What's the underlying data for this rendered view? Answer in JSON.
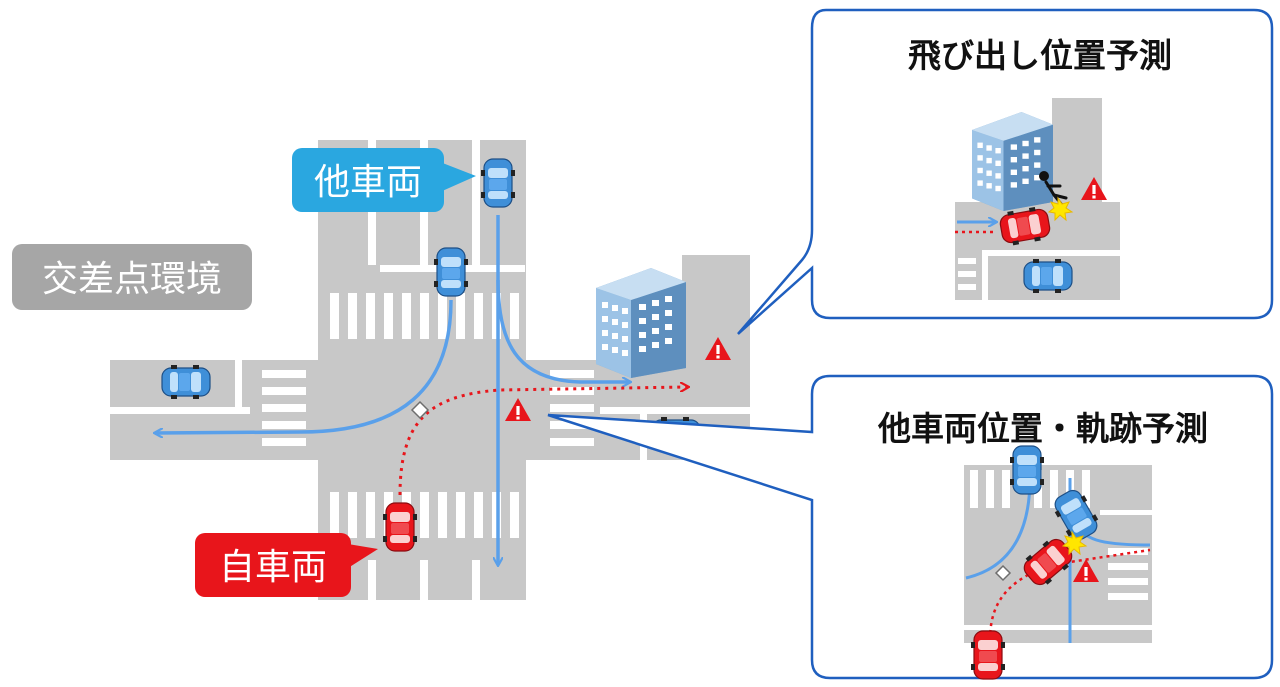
{
  "labels": {
    "environment": "交差点環境",
    "other_vehicle": "他車両",
    "ego_vehicle": "自車両"
  },
  "callouts": {
    "dart_out": {
      "title": "飛び出し位置予測"
    },
    "trajectory": {
      "title": "他車両位置・軌跡予測"
    }
  },
  "colors": {
    "road": "#c8c8c8",
    "crosswalk": "#ffffff",
    "other_vehicle": "#3f8fd8",
    "ego_vehicle": "#e8151b",
    "trajectory_line": "#5aa0ea",
    "warning": "#e8151b",
    "callout_border": "#1f5fbf",
    "env_label_bg": "#a6a6a6",
    "other_label_bg": "#2aa7e0",
    "ego_label_bg": "#e8151b"
  },
  "icons": [
    "warning-icon",
    "building-icon",
    "pedestrian-icon",
    "collision-icon",
    "diamond-marker-icon"
  ]
}
